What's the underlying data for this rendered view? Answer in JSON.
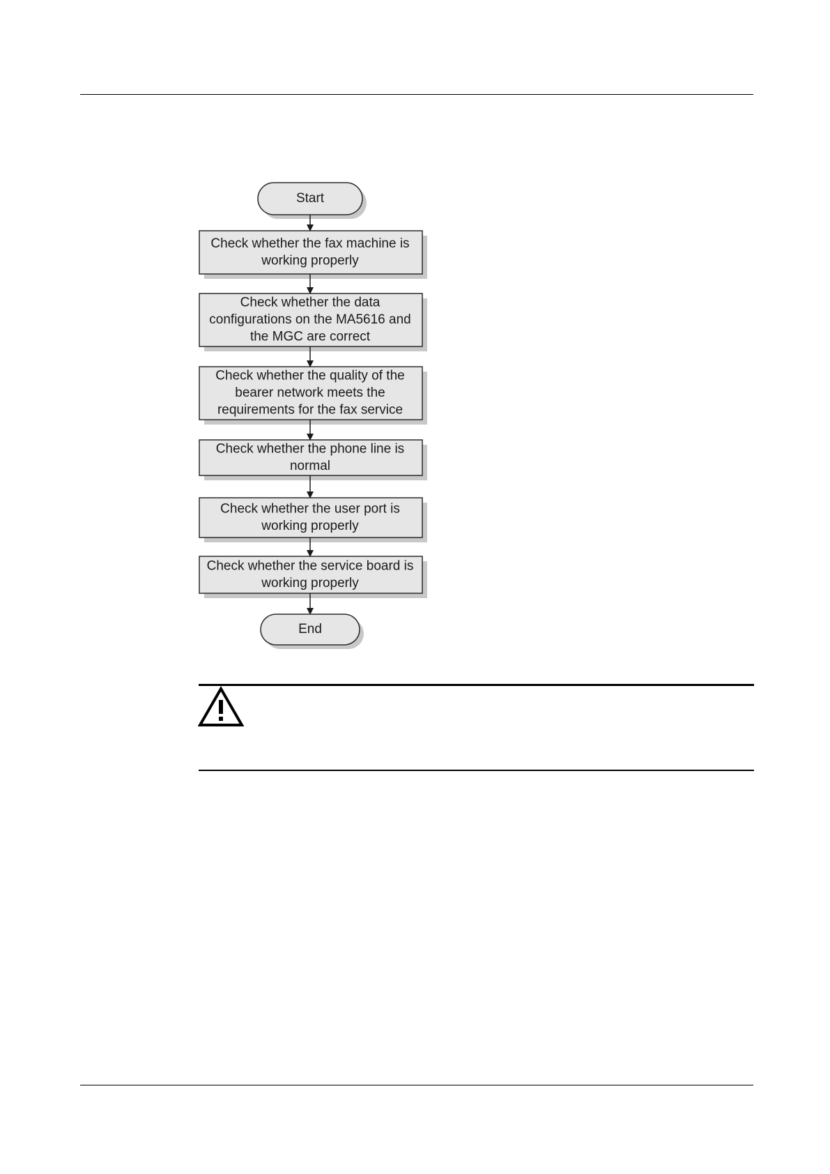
{
  "flowchart": {
    "start_label": "Start",
    "end_label": "End",
    "steps": [
      {
        "lines": [
          "Check whether the fax machine is",
          "working properly"
        ]
      },
      {
        "lines": [
          "Check whether the data",
          "configurations on the MA5616 and",
          "the MGC are correct"
        ]
      },
      {
        "lines": [
          "Check whether the quality of the",
          "bearer network meets the",
          "requirements for the fax service"
        ]
      },
      {
        "lines": [
          "Check whether the phone line is",
          "normal"
        ]
      },
      {
        "lines": [
          "Check whether the user port is",
          "working properly"
        ]
      },
      {
        "lines": [
          "Check whether the service board is",
          "working properly"
        ]
      }
    ],
    "colors": {
      "box_fill": "#e6e6e6",
      "shadow": "#c8c8c8",
      "stroke": "#2b2b2b"
    }
  },
  "caution": {
    "icon": "warning-triangle-icon"
  }
}
